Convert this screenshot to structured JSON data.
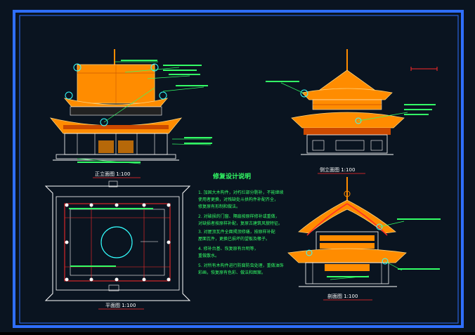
{
  "drawing": {
    "title_front": "正立面图  1:100",
    "title_side": "侧立面图  1:100",
    "title_plan": "平面图  1:100",
    "title_section": "剖面图  1:100",
    "notes_heading": "修复设计说明",
    "notes": [
      "1. 加固大木构件，对朽烂部分剔补，不能继续",
      "   使用者更换，对残缺处斗拱构件补配齐全，",
      "   修复原有形制和做法。",
      "2. 对破损的门窗、隔扇按原样修补或重做，",
      "   对缺损者按原样补配，复原古建筑风貌特征。",
      "3. 对屋顶瓦件全面揭顶修缮，按原样补配",
      "   屋面瓦件，更换已损坏的望板及椽子。",
      "4. 修补台基、恢复原有台明等，",
      "   重做散水。",
      "5. 对所有木构件进行防腐防虫处理，重做油饰",
      "   彩画，恢复原有色彩、做法和图案。"
    ]
  },
  "colors": {
    "background": "#0a1420",
    "frame": "#2f6fff",
    "roof": "#ff8c00",
    "line": "#ffffff",
    "annotation": "#33ff66",
    "cyan": "#33ffff",
    "red": "#ff2a2a"
  }
}
